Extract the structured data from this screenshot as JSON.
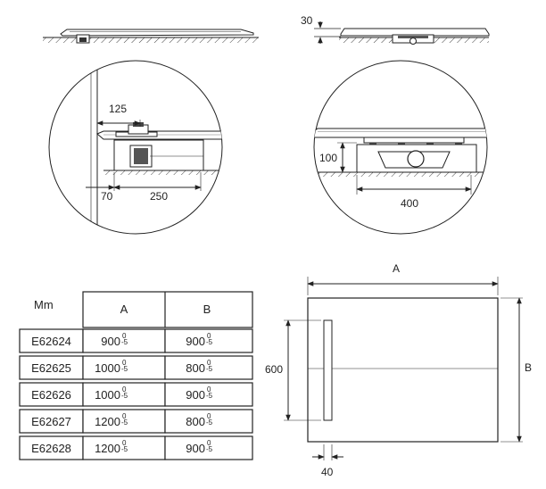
{
  "dims": {
    "thickness": "30",
    "drain_offset": "125",
    "left_gap": "70",
    "drain_span": "250",
    "depth": "100",
    "trap_width": "400",
    "plan_length": "A",
    "plan_width": "B",
    "plan_channel_length": "600",
    "plan_channel_width": "40"
  },
  "table": {
    "unit_header": "Mm",
    "col_a": "A",
    "col_b": "B",
    "rows": [
      {
        "code": "E62624",
        "a": "900",
        "a_tol": "-5",
        "a_up": "0",
        "b": "900",
        "b_tol": "-5",
        "b_up": "0"
      },
      {
        "code": "E62625",
        "a": "1000",
        "a_tol": "-5",
        "a_up": "0",
        "b": "800",
        "b_tol": "-5",
        "b_up": "0"
      },
      {
        "code": "E62626",
        "a": "1000",
        "a_tol": "-5",
        "a_up": "0",
        "b": "900",
        "b_tol": "-5",
        "b_up": "0"
      },
      {
        "code": "E62627",
        "a": "1200",
        "a_tol": "-5",
        "a_up": "0",
        "b": "800",
        "b_tol": "-5",
        "b_up": "0"
      },
      {
        "code": "E62628",
        "a": "1200",
        "a_tol": "-5",
        "a_up": "0",
        "b": "900",
        "b_tol": "-5",
        "b_up": "0"
      }
    ]
  }
}
